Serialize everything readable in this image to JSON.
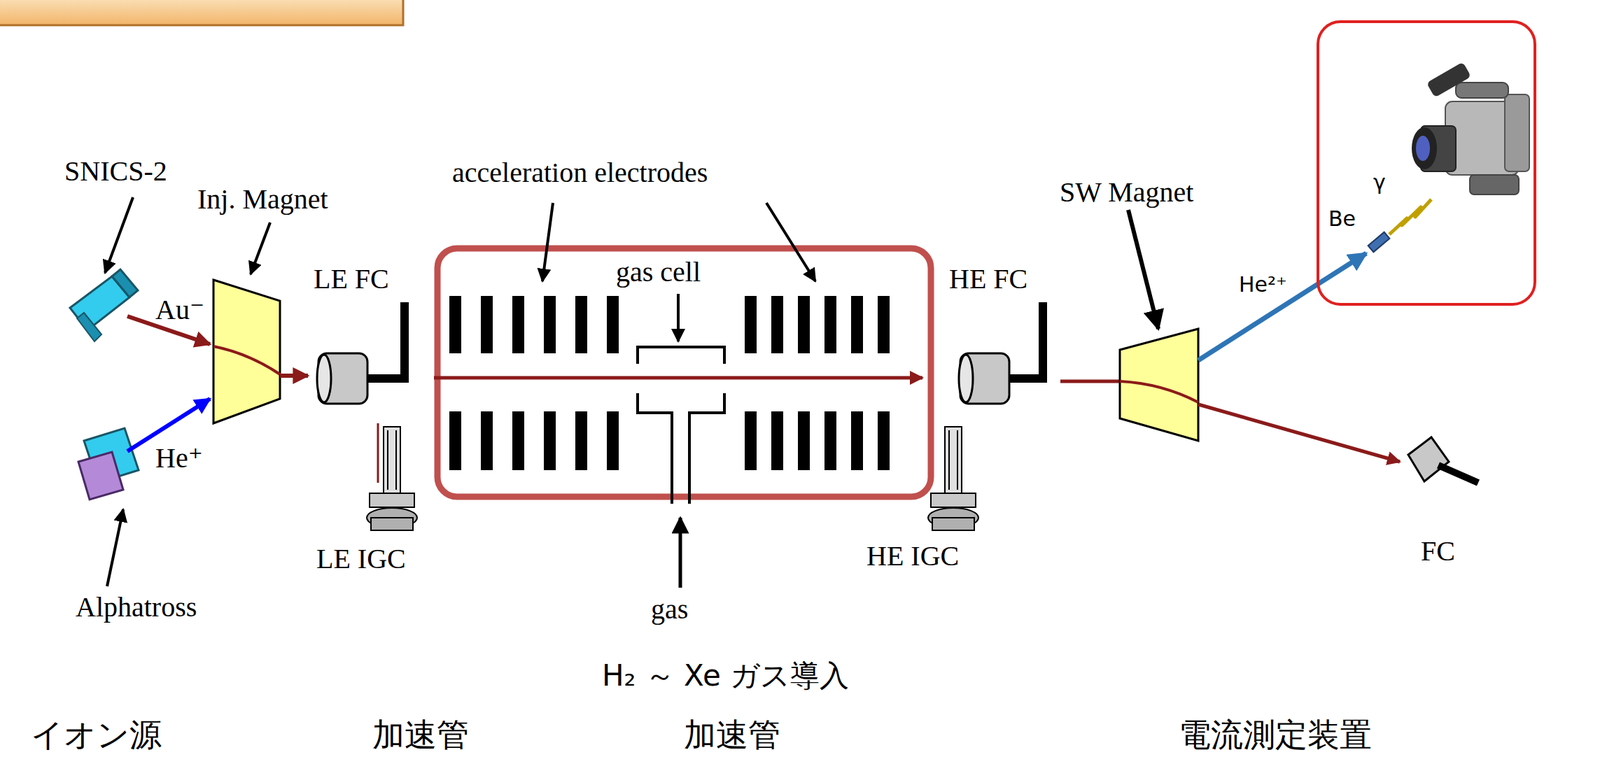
{
  "diagram": {
    "labels": [
      "SNICS-2",
      "Inj. Magnet",
      "Au⁻",
      "He⁺",
      "Alphatross",
      "LE FC",
      "acceleration electrodes",
      "gas cell",
      "HE FC",
      "LE IGC",
      "gas",
      "HE IGC",
      "SW Magnet",
      "He²⁺",
      "Be",
      "γ",
      "FC",
      "H₂ ～ Xe ガス導入",
      "イオン源",
      "加速管",
      "加速管",
      "電流測定装置"
    ]
  }
}
